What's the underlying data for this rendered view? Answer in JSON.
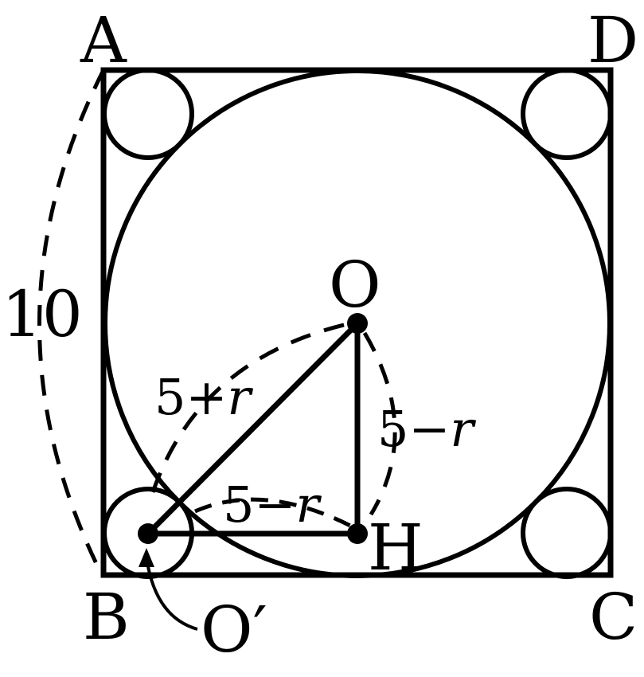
{
  "vertices": {
    "a": "A",
    "b": "B",
    "c": "C",
    "d": "D",
    "o": "O",
    "h": "H",
    "o_prime": "O′"
  },
  "lengths": {
    "side": "10",
    "hypotenuse_num": "5+",
    "hypotenuse_var": "r",
    "vertical_num": "5−",
    "vertical_var": "r",
    "horizontal_num": "5−",
    "horizontal_var": "r"
  },
  "colors": {
    "stroke": "#000000",
    "background": "#ffffff"
  }
}
